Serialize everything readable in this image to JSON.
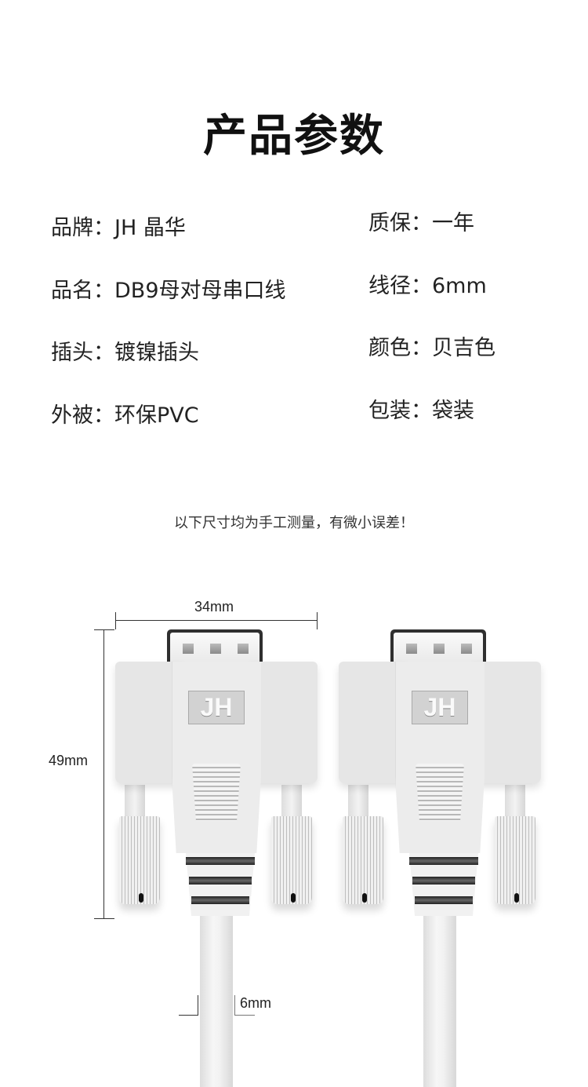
{
  "title": "产品参数",
  "specs_left": [
    {
      "label": "品牌：",
      "value": "JH 晶华"
    },
    {
      "label": "品名：",
      "value": "DB9母对母串口线"
    },
    {
      "label": "插头：",
      "value": "镀镍插头"
    },
    {
      "label": "外被：",
      "value": "环保PVC"
    }
  ],
  "specs_right": [
    {
      "label": "质保：",
      "value": "一年"
    },
    {
      "label": "线径：",
      "value": "6mm"
    },
    {
      "label": "颜色：",
      "value": "贝吉色"
    },
    {
      "label": "包装：",
      "value": "袋装"
    }
  ],
  "note": "以下尺寸均为手工测量，有微小误差！",
  "dimensions": {
    "width": "34mm",
    "height": "49mm",
    "cable": "6mm"
  },
  "logo_text": "JH"
}
